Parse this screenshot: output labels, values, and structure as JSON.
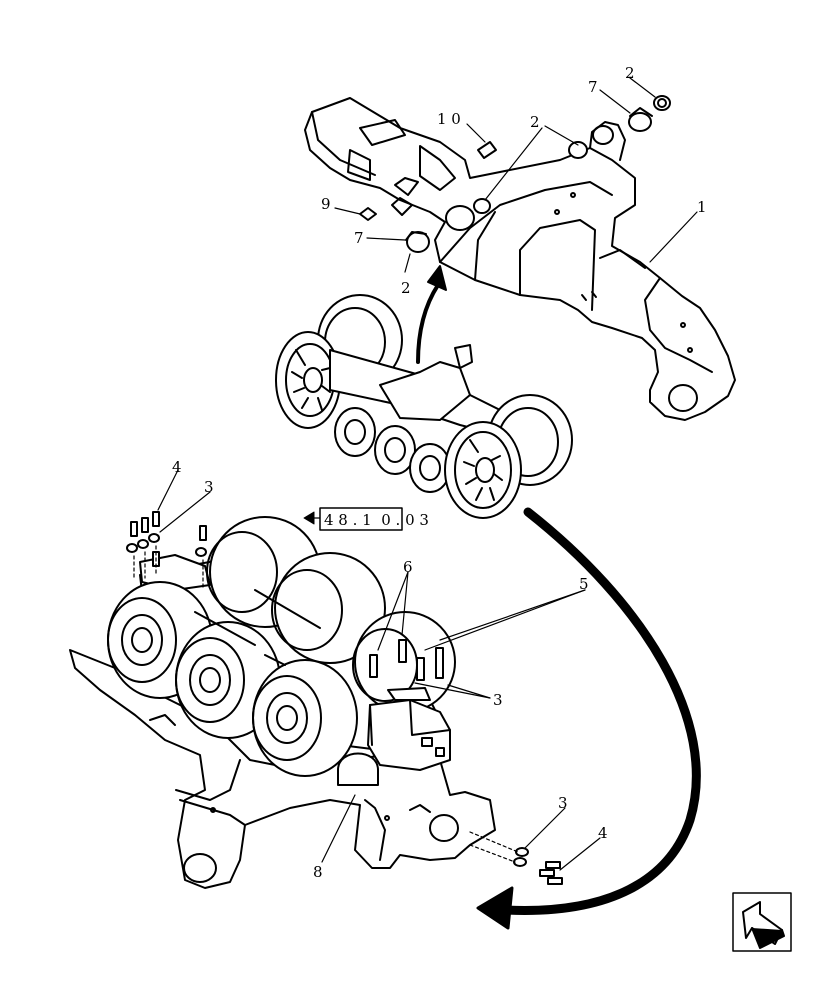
{
  "diagram": {
    "callouts": {
      "c1": "1",
      "c2a": "2",
      "c2b": "2",
      "c2c": "2",
      "c7a": "7",
      "c7b": "7",
      "c9": "9",
      "c10": "1 0",
      "c4a": "4",
      "c3a": "3",
      "c6": "6",
      "c5": "5",
      "c3b": "3",
      "c3c": "3",
      "c4b": "4",
      "c8": "8"
    },
    "reference_box": "4 8 . 1  0 . 0 3"
  },
  "icon": "return-arrow-icon"
}
